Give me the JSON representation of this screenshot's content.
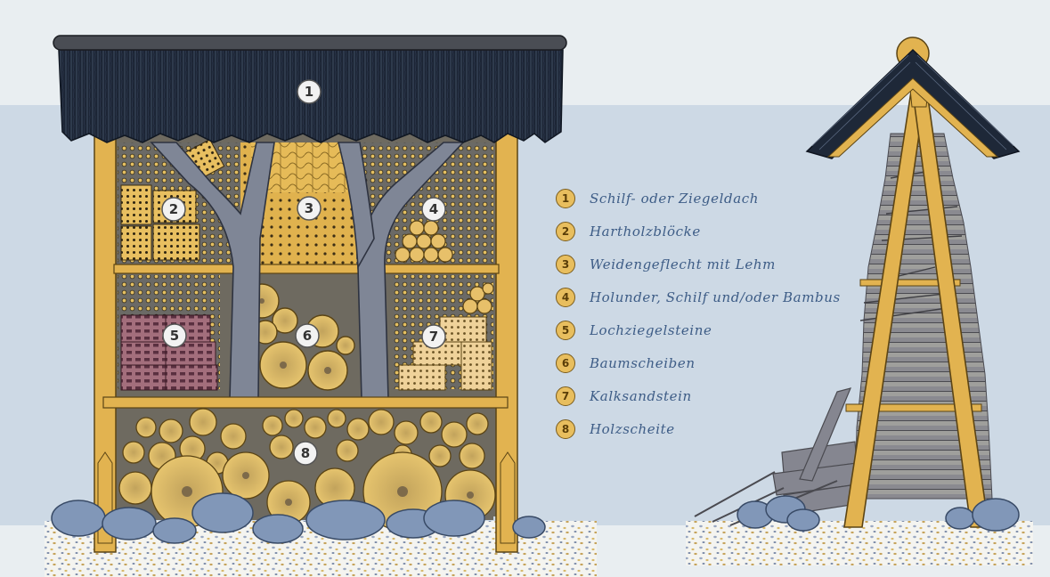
{
  "legend": [
    {
      "num": "1",
      "label": "Schilf- oder Ziegeldach"
    },
    {
      "num": "2",
      "label": "Hartholzblöcke"
    },
    {
      "num": "3",
      "label": "Weidengeflecht mit Lehm"
    },
    {
      "num": "4",
      "label": "Holunder, Schilf und/oder Bambus"
    },
    {
      "num": "5",
      "label": "Lochziegelsteine"
    },
    {
      "num": "6",
      "label": "Baumscheiben"
    },
    {
      "num": "7",
      "label": "Kalksandstein"
    },
    {
      "num": "8",
      "label": "Holzscheite"
    }
  ],
  "colors": {
    "wood": "#e3b550",
    "roof": "#1f2a3a",
    "trunk": "#7d8494",
    "brick": "#a06b7a",
    "stone": "#7f95b5",
    "log": "#e2bf68",
    "background": "#cfdbe6",
    "label": "#3d5c86"
  }
}
